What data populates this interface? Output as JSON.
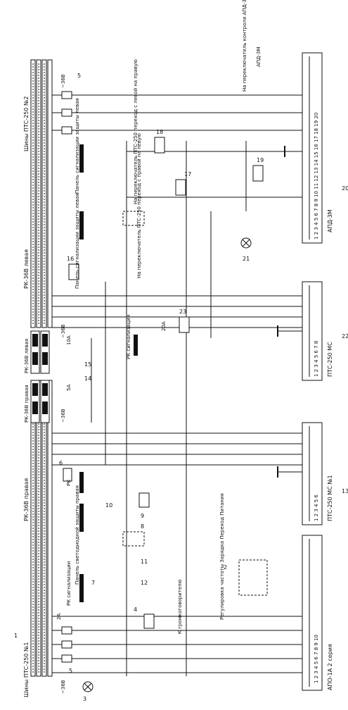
{
  "diagram": {
    "bus_left_title": "Шины ПТС-250 №1",
    "bus_right_title": "Шины ПТС-250 №2",
    "rk_left_bus": "РК-36В правая",
    "rk_right_bus": "РК-36В левая",
    "rk_right_module": "РК-36В правая",
    "rk_left_module": "РК-36В левая",
    "minus_36v_a": "~36В",
    "minus_36v_b": "~36В",
    "minus_36v_c": "~36В",
    "minus_36v_d": "~36В",
    "fuse_2a": "2А",
    "fuse_5a": "5А",
    "fuse_10a": "10А",
    "fuse_20a": "20А",
    "panel_rk_right": "Панель светодиодной защиты правая",
    "panel_rk_left": "Панель сигнализации защиты левая",
    "panel_rk_left2": "Панель сигнализации защиты левая",
    "rk_label": "РК",
    "rk_lamp": "РК сигнализации",
    "rk_lamp2": "РК сигнализации",
    "to_switch_left": "На переключатель ПТС-250 переход с правой на левую",
    "to_switch_right": "На переключатель ПТС-250 переход с левой на правую",
    "to_switch_apd": "На переключатель контроля АПД-3М",
    "to_loud": "К громкоговорителю",
    "note_ap": "Регулировка частоты Зарядка Переход Питания",
    "block_ad01": "АПО-1А 2 серия",
    "block_pts_left": "ПТС-250 МС №1",
    "block_pts_mid": "ПТС-250 МС",
    "block_apd": "АПД-3М",
    "block_apd_hdr": "АПД-3М",
    "ref_1": "1",
    "ref_2": "2",
    "ref_3": "3",
    "ref_4": "4",
    "ref_5a": "5",
    "ref_5b": "5",
    "ref_6": "6",
    "ref_7": "7",
    "ref_8": "8",
    "ref_9": "9",
    "ref_10": "10",
    "ref_11": "11",
    "ref_12": "12",
    "ref_13": "13",
    "ref_14": "14",
    "ref_15": "15",
    "ref_16": "16",
    "ref_17": "17",
    "ref_18": "18",
    "ref_19": "19",
    "ref_20": "20",
    "ref_21": "21",
    "ref_22": "22",
    "ref_23": "23",
    "term_apo": "1 2 3 4 5 6 7 8 9 10",
    "term_pts1": "1 2 3 4 5 6",
    "term_pts2": "1 2 3 4 5 6 7 8",
    "term_apd": "1 2 3 4 5 6 7 8 9 10 11 12 13 14 15 16 17 18 19 20"
  }
}
